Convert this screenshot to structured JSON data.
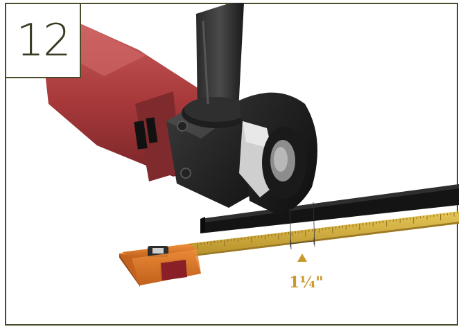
{
  "step": {
    "number": "12"
  },
  "measurement": {
    "label": "1¼\""
  },
  "colors": {
    "frame": "#4a4a2a",
    "accent": "#c9992e",
    "grinder_body": "#b8494a",
    "tape_case": "#e07a2b",
    "tape_blade": "#d8b93a",
    "bar": "#1a1a1a"
  },
  "icons": {
    "grinder": "angle-grinder",
    "tape": "tape-measure",
    "arrow": "triangle-up-marker"
  }
}
